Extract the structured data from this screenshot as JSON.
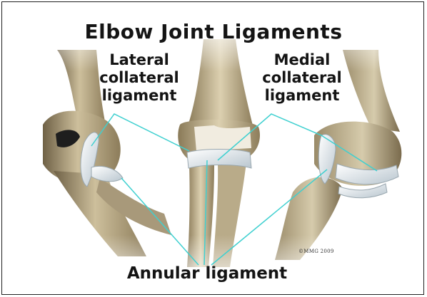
{
  "title": "Elbow Joint Ligaments",
  "labels": {
    "lateral": [
      "Lateral",
      "collateral",
      "ligament"
    ],
    "medial": [
      "Medial",
      "collateral",
      "ligament"
    ],
    "annular": "Annular ligament"
  },
  "copyright": "©MMG 2009",
  "colors": {
    "leader_line": "#3fd0d0",
    "bone": "#cfc3a3",
    "bone_shadow": "#8a7b5c",
    "ligament": "#e8eef2",
    "background": "#ffffff",
    "text": "#141414"
  }
}
